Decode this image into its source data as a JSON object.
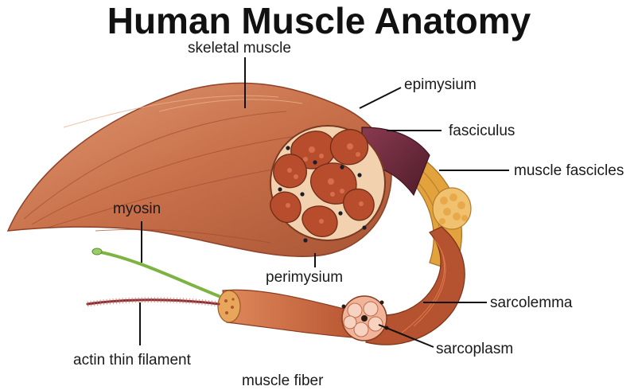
{
  "title": "Human Muscle Anatomy",
  "labels": {
    "skeletal_muscle": "skeletal muscle",
    "epimysium": "epimysium",
    "fasciculus": "fasciculus",
    "muscle_fascicles": "muscle fascicles",
    "myosin": "myosin",
    "perimysium": "perimysium",
    "sarcolemma": "sarcolemma",
    "sarcoplasm": "sarcoplasm",
    "actin_thin_filament": "actin thin filament",
    "muscle_fiber": "muscle fiber"
  },
  "colors": {
    "muscle": "#c8704a",
    "muscle_dark": "#9c4a2e",
    "fascicle": "#b84d2e",
    "perimysium_fill": "#f2d2ae",
    "fasciculus_sheath": "#6b2a3c",
    "fascicles_yellow": "#e2a23c",
    "myosin": "#7cb342",
    "actin": "#8c2e2e"
  }
}
